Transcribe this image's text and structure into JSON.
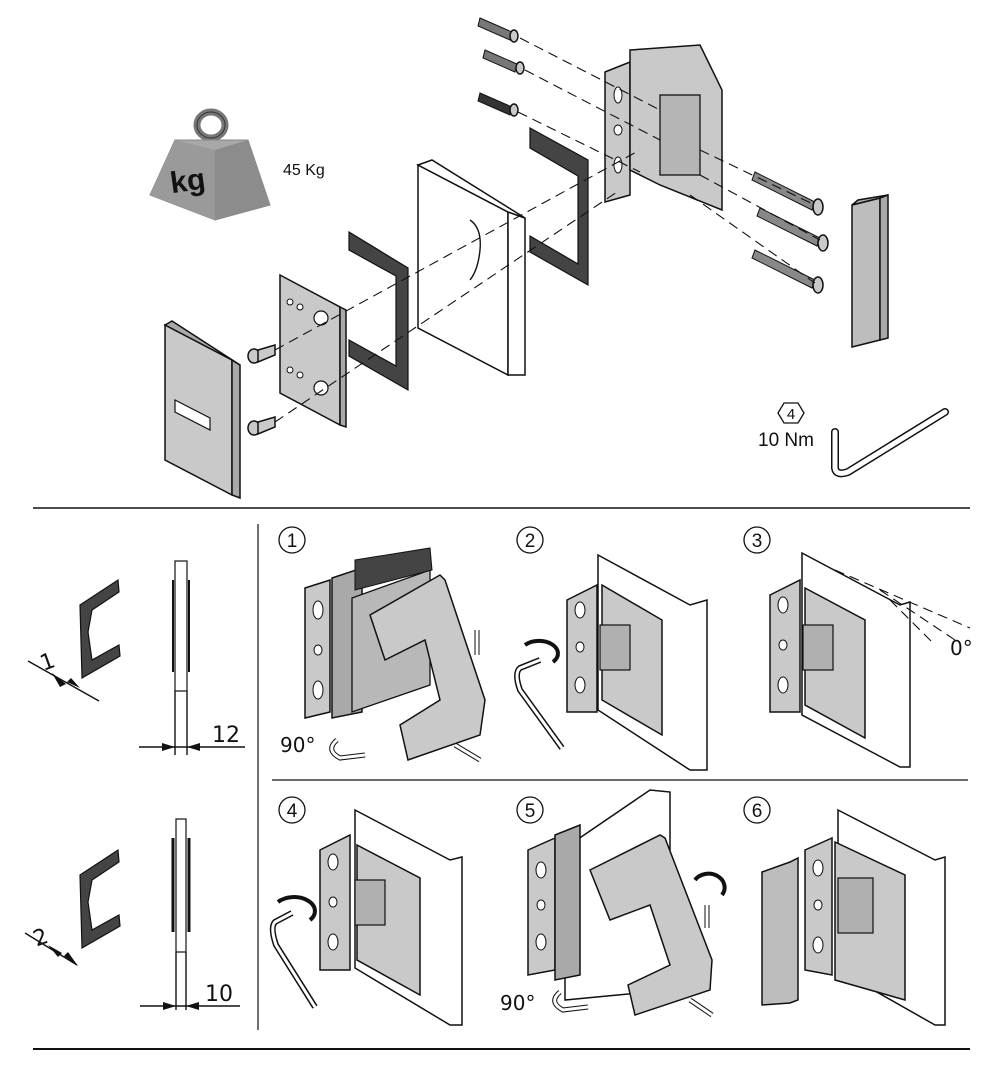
{
  "document": {
    "type": "glass-hinge-assembly-instructions"
  },
  "top_section": {
    "weight_icon": {
      "icon": "kg-weight-icon",
      "symbol": "kg"
    },
    "max_load": "45 Kg",
    "tool": {
      "icon": "allen-key-icon",
      "hex_size": "4",
      "torque": "10 Nm"
    }
  },
  "gasket_specs": [
    {
      "gasket_thickness": "1",
      "glass_thickness": "12"
    },
    {
      "gasket_thickness": "2",
      "glass_thickness": "10"
    }
  ],
  "steps": [
    {
      "number": "1",
      "annotation": "90°"
    },
    {
      "number": "2",
      "annotation": ""
    },
    {
      "number": "3",
      "annotation": "0°"
    },
    {
      "number": "4",
      "annotation": ""
    },
    {
      "number": "5",
      "annotation": "90°"
    },
    {
      "number": "6",
      "annotation": ""
    }
  ],
  "colors": {
    "line": "#111111",
    "metal": "#c9c9c9",
    "gasket": "#444444",
    "background": "#ffffff"
  }
}
